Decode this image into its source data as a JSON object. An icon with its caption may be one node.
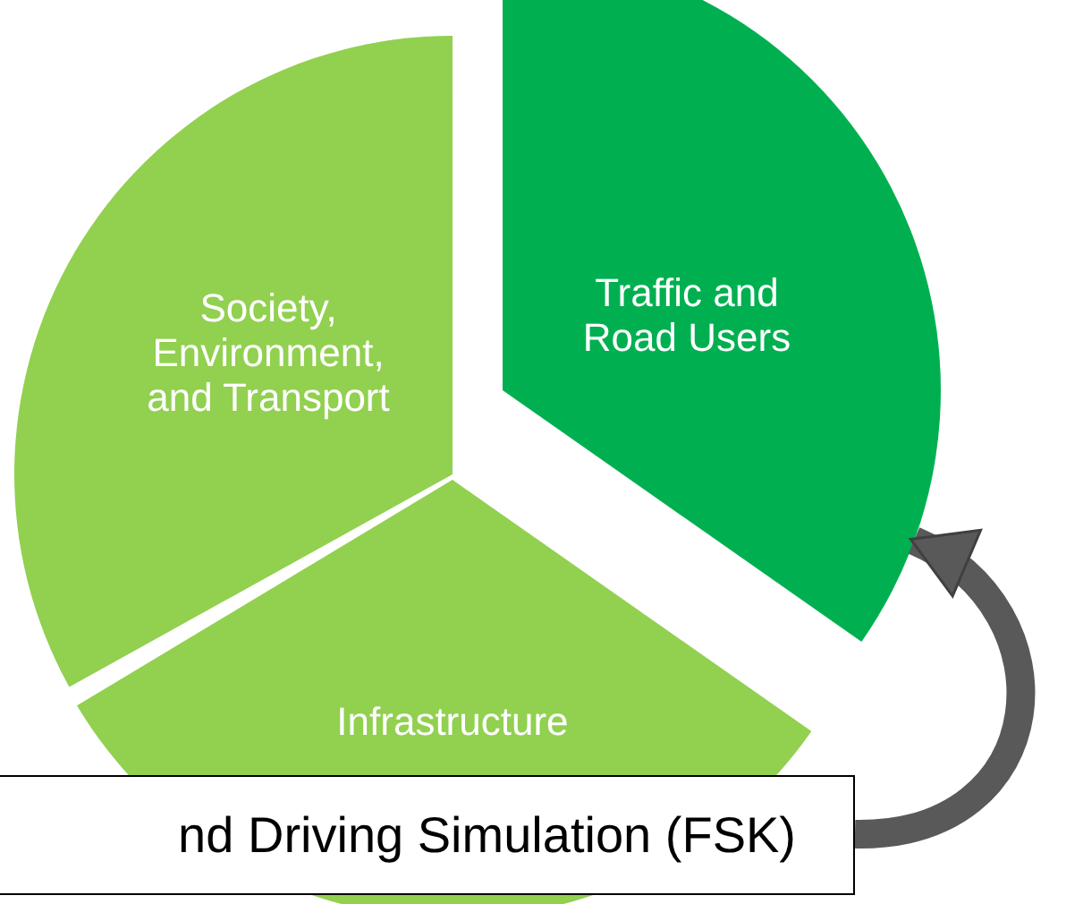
{
  "diagram": {
    "nodes": [
      {
        "text": [
          "Society, Environment, and Transport"
        ]
      },
      {
        "text": [
          "Traffic and Road Users"
        ]
      },
      {
        "text": [
          "Infrastructure"
        ]
      },
      {
        "text": [
          "nd Driving Simulation (FSK)"
        ]
      }
    ],
    "edges": [
      {
        "from": 3,
        "to": 1,
        "arrow": "to"
      }
    ]
  }
}
